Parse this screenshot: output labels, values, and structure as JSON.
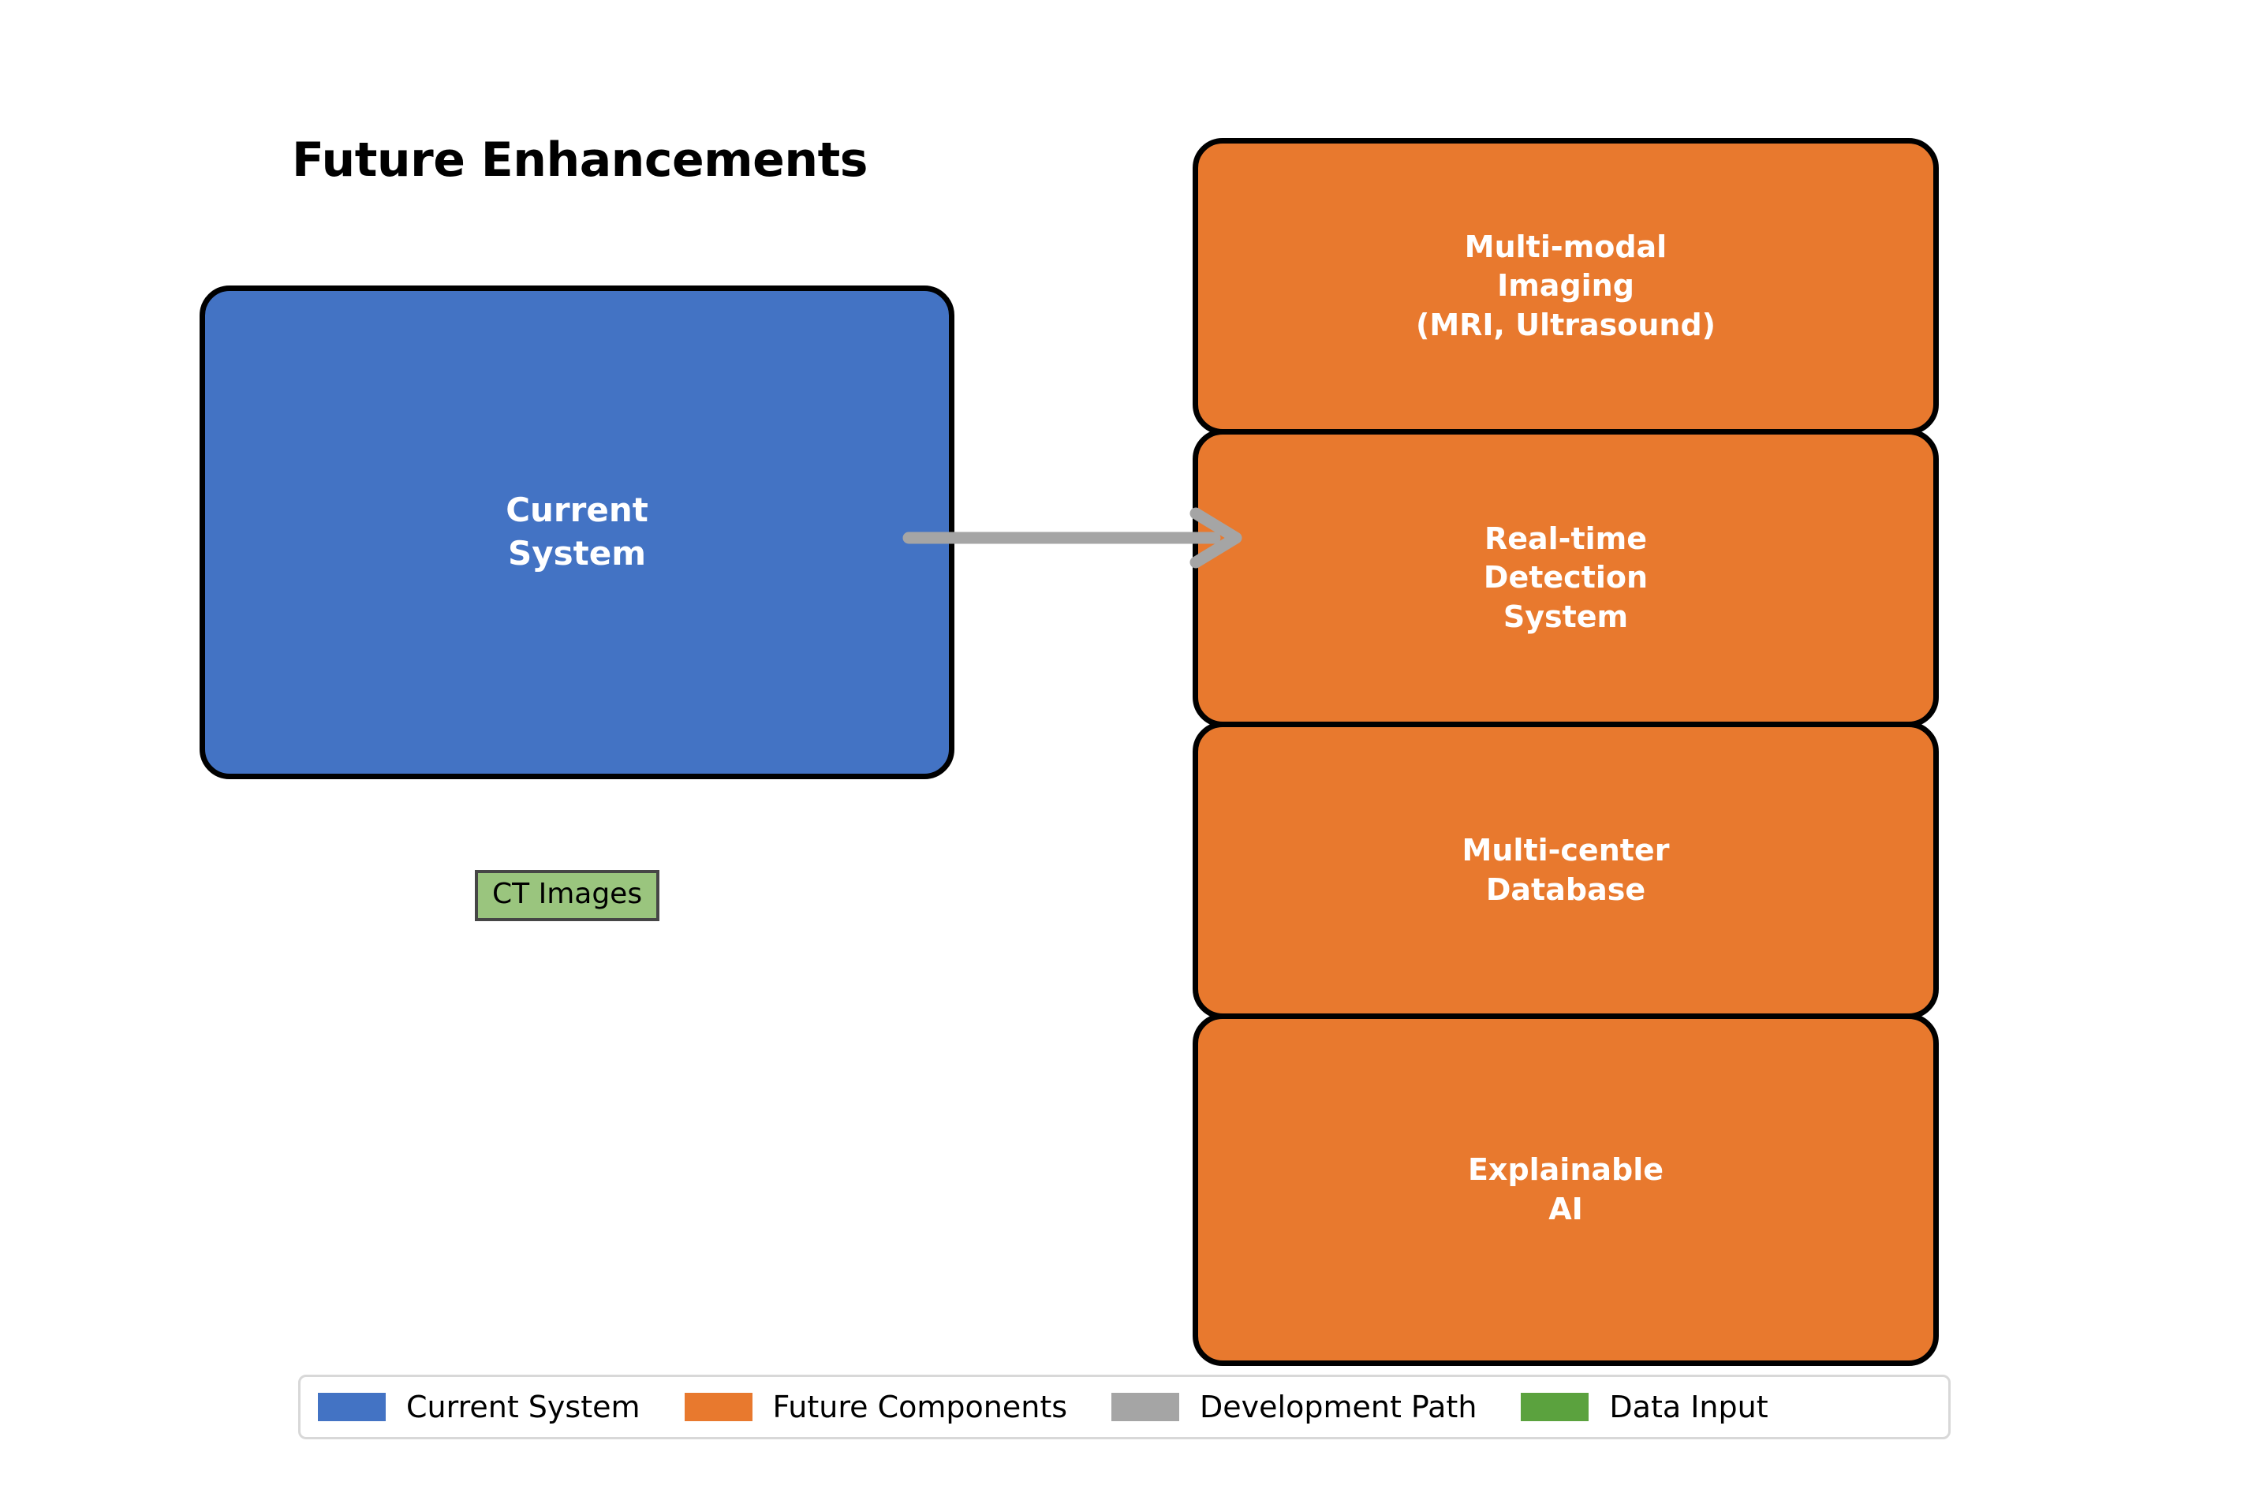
{
  "title": "Future Enhancements",
  "colors": {
    "current_system": "#4373c4",
    "future_components": "#e8792e",
    "development_path": "#a5a5a5",
    "data_input": "#5ba23e",
    "data_input_fill": "#9ac57e",
    "outline": "#000000",
    "text_on_fill": "#ffffff",
    "background": "#ffffff"
  },
  "current_system": {
    "label": "Current\nSystem"
  },
  "future_components": [
    {
      "label": "Multi-modal\nImaging\n(MRI, Ultrasound)"
    },
    {
      "label": "Real-time\nDetection\nSystem"
    },
    {
      "label": "Multi-center\nDatabase"
    },
    {
      "label": "Explainable\nAI"
    }
  ],
  "data_input": {
    "label": "CT Images"
  },
  "arrow": {
    "name": "development-path-arrow",
    "direction": "right"
  },
  "legend": {
    "items": [
      {
        "label": "Current System",
        "color": "#4373c4",
        "swatch": "current-system-swatch"
      },
      {
        "label": "Future Components",
        "color": "#e8792e",
        "swatch": "future-components-swatch"
      },
      {
        "label": "Development Path",
        "color": "#a5a5a5",
        "swatch": "development-path-swatch"
      },
      {
        "label": "Data Input",
        "color": "#5ba23e",
        "swatch": "data-input-swatch"
      }
    ]
  },
  "chart_data": {
    "type": "diagram",
    "title": "Future Enhancements",
    "nodes": [
      {
        "id": "current",
        "label": "Current System",
        "group": "Current System",
        "color": "#4373c4"
      },
      {
        "id": "future-0",
        "label": "Multi-modal Imaging (MRI, Ultrasound)",
        "group": "Future Components",
        "color": "#e8792e"
      },
      {
        "id": "future-1",
        "label": "Real-time Detection System",
        "group": "Future Components",
        "color": "#e8792e"
      },
      {
        "id": "future-2",
        "label": "Multi-center Database",
        "group": "Future Components",
        "color": "#e8792e"
      },
      {
        "id": "future-3",
        "label": "Explainable AI",
        "group": "Future Components",
        "color": "#e8792e"
      },
      {
        "id": "ct-images",
        "label": "CT Images",
        "group": "Data Input",
        "color": "#5ba23e"
      }
    ],
    "edges": [
      {
        "from": "current",
        "to": "future-1",
        "label": "Development Path",
        "color": "#a5a5a5",
        "style": "arrow"
      }
    ],
    "legend": [
      "Current System",
      "Future Components",
      "Development Path",
      "Data Input"
    ]
  }
}
